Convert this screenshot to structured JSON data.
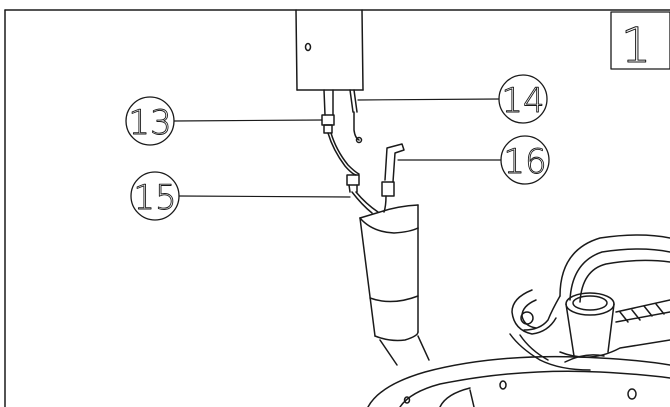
{
  "step": {
    "number": "1"
  },
  "callouts": [
    {
      "label": "13",
      "part": "upper-cable-connector"
    },
    {
      "label": "14",
      "part": "tension-cable"
    },
    {
      "label": "15",
      "part": "lower-cable-connector"
    },
    {
      "label": "16",
      "part": "cable-bracket"
    }
  ],
  "style": {
    "line_color": "#1a1a1a",
    "background": "#ffffff"
  }
}
